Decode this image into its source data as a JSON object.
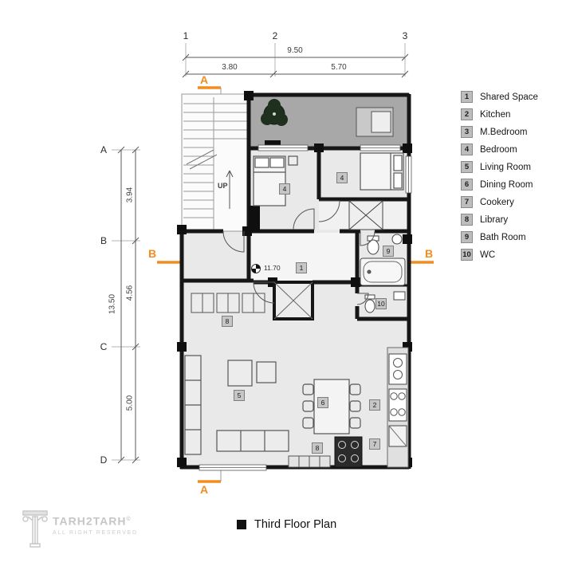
{
  "title": {
    "label": "Third Floor Plan"
  },
  "legend": {
    "items": [
      {
        "num": "1",
        "label": "Shared Space"
      },
      {
        "num": "2",
        "label": "Kitchen"
      },
      {
        "num": "3",
        "label": "M.Bedroom"
      },
      {
        "num": "4",
        "label": "Bedroom"
      },
      {
        "num": "5",
        "label": "Living Room"
      },
      {
        "num": "6",
        "label": "Dining Room"
      },
      {
        "num": "7",
        "label": "Cookery"
      },
      {
        "num": "8",
        "label": "Library"
      },
      {
        "num": "9",
        "label": "Bath Room"
      },
      {
        "num": "10",
        "label": "WC"
      }
    ]
  },
  "grid": {
    "columns": [
      "1",
      "2",
      "3"
    ],
    "rows": [
      "A",
      "B",
      "C",
      "D"
    ]
  },
  "dimensions": {
    "top_total": "9.50",
    "top_left": "3.80",
    "top_right": "5.70",
    "left_total": "13.50",
    "seg_ab": "3.94",
    "seg_bc": "4.56",
    "seg_cd": "5.00",
    "level": "11.70"
  },
  "sections": {
    "a": "A",
    "b": "B"
  },
  "plan": {
    "up": "UP",
    "markers": [
      "4",
      "4",
      "9",
      "1",
      "10",
      "8",
      "5",
      "6",
      "2",
      "7",
      "8"
    ]
  },
  "watermark": {
    "brand": "TARH2TARH",
    "symbol": "©",
    "tagline": "ALL RIGHT RESERVED"
  },
  "colors": {
    "accent": "#F28C1E",
    "wall": "#161616",
    "terrace_fill": "#a8a8a8",
    "room_fill": "#e9e9e9",
    "chip_fill": "#bdbdbd"
  }
}
